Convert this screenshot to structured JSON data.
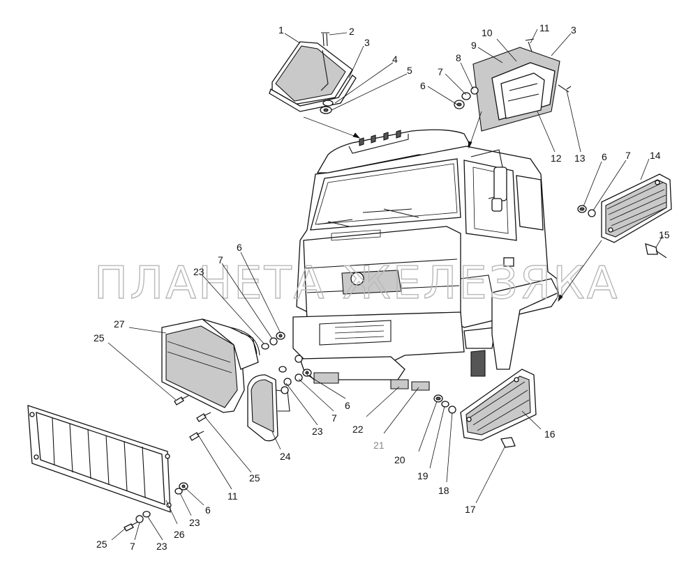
{
  "watermark": "ПЛАНЕТА ЖЕЛЕЗЯКА",
  "callouts": [
    {
      "id": "c1",
      "label": "1"
    },
    {
      "id": "c2",
      "label": "2"
    },
    {
      "id": "c3a",
      "label": "3"
    },
    {
      "id": "c4",
      "label": "4"
    },
    {
      "id": "c5",
      "label": "5"
    },
    {
      "id": "c6a",
      "label": "6"
    },
    {
      "id": "c7a",
      "label": "7"
    },
    {
      "id": "c8",
      "label": "8"
    },
    {
      "id": "c9",
      "label": "9"
    },
    {
      "id": "c10",
      "label": "10"
    },
    {
      "id": "c11a",
      "label": "11"
    },
    {
      "id": "c3b",
      "label": "3"
    },
    {
      "id": "c12",
      "label": "12"
    },
    {
      "id": "c13",
      "label": "13"
    },
    {
      "id": "c6b",
      "label": "6"
    },
    {
      "id": "c7b",
      "label": "7"
    },
    {
      "id": "c14",
      "label": "14"
    },
    {
      "id": "c15",
      "label": "15"
    },
    {
      "id": "c6c",
      "label": "6"
    },
    {
      "id": "c7c",
      "label": "7"
    },
    {
      "id": "c23a",
      "label": "23"
    },
    {
      "id": "c27",
      "label": "27"
    },
    {
      "id": "c25a",
      "label": "25"
    },
    {
      "id": "c6d",
      "label": "6"
    },
    {
      "id": "c7d",
      "label": "7"
    },
    {
      "id": "c23b",
      "label": "23"
    },
    {
      "id": "c22",
      "label": "22"
    },
    {
      "id": "c21",
      "label": "21",
      "dim": true
    },
    {
      "id": "c20",
      "label": "20"
    },
    {
      "id": "c19",
      "label": "19"
    },
    {
      "id": "c18",
      "label": "18"
    },
    {
      "id": "c16",
      "label": "16"
    },
    {
      "id": "c17",
      "label": "17"
    },
    {
      "id": "c24",
      "label": "24"
    },
    {
      "id": "c25b",
      "label": "25"
    },
    {
      "id": "c11b",
      "label": "11"
    },
    {
      "id": "c6e",
      "label": "6"
    },
    {
      "id": "c23c",
      "label": "23"
    },
    {
      "id": "c26",
      "label": "26"
    },
    {
      "id": "c23d",
      "label": "23"
    },
    {
      "id": "c7e",
      "label": "7"
    },
    {
      "id": "c25c",
      "label": "25"
    }
  ]
}
